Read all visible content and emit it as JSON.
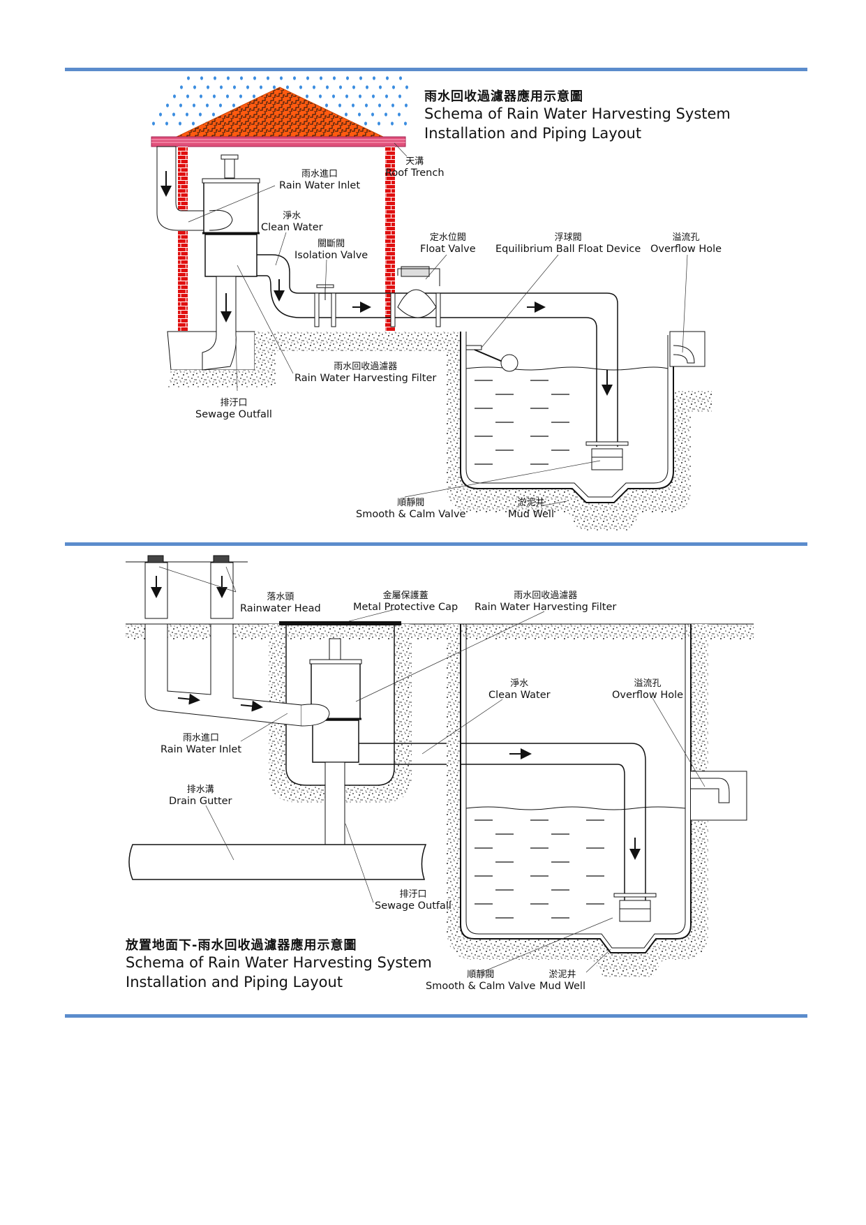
{
  "top_diagram": {
    "title_zh": "雨水回收過濾器應用示意圖",
    "title_en_line1": "Schema of Rain Water Harvesting System",
    "title_en_line2": "Installation and Piping Layout",
    "labels": {
      "roof_trench": {
        "zh": "天溝",
        "en": "Roof Trench"
      },
      "rain_water_inlet": {
        "zh": "雨水進口",
        "en": "Rain Water Inlet"
      },
      "clean_water": {
        "zh": "淨水",
        "en": "Clean Water"
      },
      "isolation_valve": {
        "zh": "關斷閥",
        "en": "Isolation Valve"
      },
      "float_valve": {
        "zh": "定水位閥",
        "en": "Float Valve"
      },
      "ball_float": {
        "zh": "浮球閥",
        "en": "Equilibrium Ball Float Device"
      },
      "overflow_hole": {
        "zh": "溢流孔",
        "en": "Overflow Hole"
      },
      "filter": {
        "zh": "雨水回收過濾器",
        "en": "Rain Water Harvesting Filter"
      },
      "sewage_outfall": {
        "zh": "排汙口",
        "en": "Sewage Outfall"
      },
      "smooth_calm_valve": {
        "zh": "順靜閥",
        "en": "Smooth & Calm Valve"
      },
      "mud_well": {
        "zh": "淤泥井",
        "en": "Mud Well"
      }
    }
  },
  "bottom_diagram": {
    "title_zh": "放置地面下-雨水回收過濾器應用示意圖",
    "title_en_line1": "Schema of Rain Water Harvesting System",
    "title_en_line2": "Installation and Piping Layout",
    "labels": {
      "rainwater_head": {
        "zh": "落水頭",
        "en": "Rainwater Head"
      },
      "metal_cap": {
        "zh": "金屬保護蓋",
        "en": "Metal Protective Cap"
      },
      "filter": {
        "zh": "雨水回收過濾器",
        "en": "Rain Water Harvesting Filter"
      },
      "clean_water": {
        "zh": "淨水",
        "en": "Clean Water"
      },
      "overflow_hole": {
        "zh": "溢流孔",
        "en": "Overflow Hole"
      },
      "rain_water_inlet": {
        "zh": "雨水進口",
        "en": "Rain Water Inlet"
      },
      "drain_gutter": {
        "zh": "排水溝",
        "en": "Drain Gutter"
      },
      "sewage_outfall": {
        "zh": "排汙口",
        "en": "Sewage Outfall"
      },
      "smooth_calm_valve": {
        "zh": "順靜閥",
        "en": "Smooth & Calm Valve"
      },
      "mud_well": {
        "zh": "淤泥井",
        "en": "Mud Well"
      }
    }
  },
  "colors": {
    "divider": "#5b8ccc",
    "roof_tile": "#ff5a10",
    "roof_trench": "#e0507a",
    "brick": "#e01010",
    "rain": "#3b8de0",
    "gravel": "#333333"
  }
}
